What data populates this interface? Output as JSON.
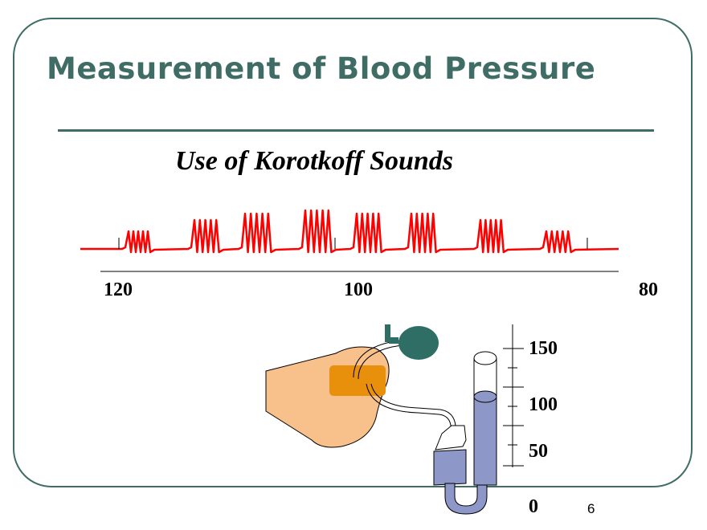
{
  "slide": {
    "title": "Measurement of Blood Pressure",
    "subtitle": "Use of Korotkoff Sounds",
    "page_number": "6"
  },
  "pressure_axis": {
    "labels": [
      "120",
      "100",
      "80"
    ]
  },
  "manometer": {
    "scale_labels": [
      "150",
      "100",
      "50",
      "0"
    ]
  },
  "colors": {
    "theme": "#3f6d66",
    "waveform": "#ff0000",
    "arm": "#f8c08a",
    "cuff": "#e8900c",
    "bulb": "#2e6e64",
    "mercury": "#8e98c8"
  }
}
